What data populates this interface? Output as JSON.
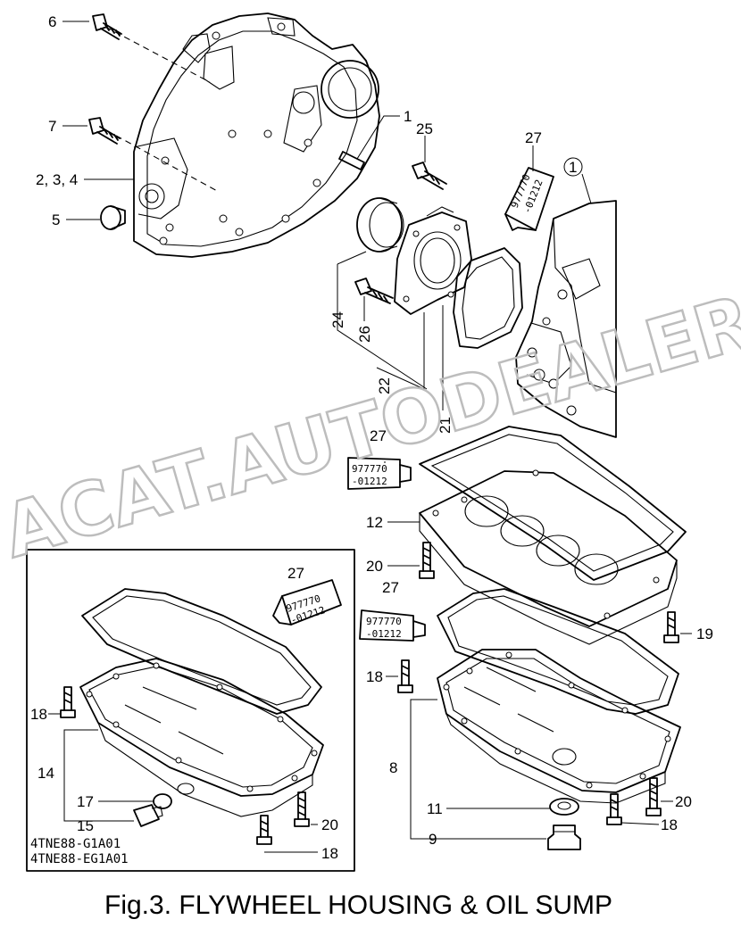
{
  "caption": "Fig.3.  FLYWHEEL HOUSING & OIL SUMP",
  "watermark": "ACAT.AUTODEALER.RU",
  "models": [
    "4TNE88-G1A01",
    "4TNE88-EG1A01"
  ],
  "sealant_code": [
    "977770",
    "-01212"
  ],
  "callouts": [
    {
      "id": "c6",
      "text": "6"
    },
    {
      "id": "c7",
      "text": "7"
    },
    {
      "id": "c234",
      "text": "2, 3, 4"
    },
    {
      "id": "c5",
      "text": "5"
    },
    {
      "id": "c1",
      "text": "1"
    },
    {
      "id": "c25",
      "text": "25"
    },
    {
      "id": "c27a",
      "text": "27"
    },
    {
      "id": "c1circ",
      "text": "1"
    },
    {
      "id": "c24",
      "text": "24"
    },
    {
      "id": "c26",
      "text": "26"
    },
    {
      "id": "c22",
      "text": "22"
    },
    {
      "id": "c21",
      "text": "21"
    },
    {
      "id": "c27b",
      "text": "27"
    },
    {
      "id": "c12",
      "text": "12"
    },
    {
      "id": "c20a",
      "text": "20"
    },
    {
      "id": "c27c",
      "text": "27"
    },
    {
      "id": "c27d",
      "text": "27"
    },
    {
      "id": "c19",
      "text": "19"
    },
    {
      "id": "c18a",
      "text": "18"
    },
    {
      "id": "c18b",
      "text": "18"
    },
    {
      "id": "c14",
      "text": "14"
    },
    {
      "id": "c17",
      "text": "17"
    },
    {
      "id": "c15",
      "text": "15"
    },
    {
      "id": "c20b",
      "text": "20"
    },
    {
      "id": "c18c",
      "text": "18"
    },
    {
      "id": "c8",
      "text": "8"
    },
    {
      "id": "c11",
      "text": "11"
    },
    {
      "id": "c9",
      "text": "9"
    },
    {
      "id": "c20c",
      "text": "20"
    },
    {
      "id": "c18d",
      "text": "18"
    }
  ]
}
